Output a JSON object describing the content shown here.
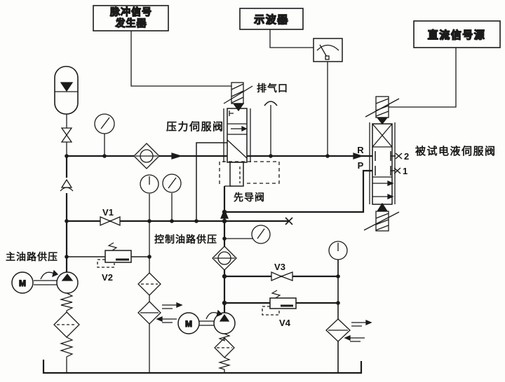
{
  "colors": {
    "ink": "#1b1b1b",
    "paper": "#fdfdfb"
  },
  "instruments": {
    "pulse_generator": {
      "label_line1": "脉冲信号",
      "label_line2": "发生器"
    },
    "oscilloscope": {
      "label": "示波器"
    },
    "dc_signal_source": {
      "label": "直流信号源"
    }
  },
  "labels": {
    "exhaust_port": "排气口",
    "pressure_servo_valve": "压力伺服阀",
    "pilot_valve": "先导阀",
    "device_under_test": "被试电液伺服阀",
    "main_oil_supply": "主油路供压",
    "control_oil_supply": "控制油路供压"
  },
  "valves": {
    "v1": "V1",
    "v2": "V2",
    "v3": "V3",
    "v4": "V4"
  },
  "ports": {
    "r": "R",
    "p": "P",
    "test_upper": "2",
    "test_lower": "1"
  },
  "motors": {
    "left": "M",
    "right": "M"
  }
}
